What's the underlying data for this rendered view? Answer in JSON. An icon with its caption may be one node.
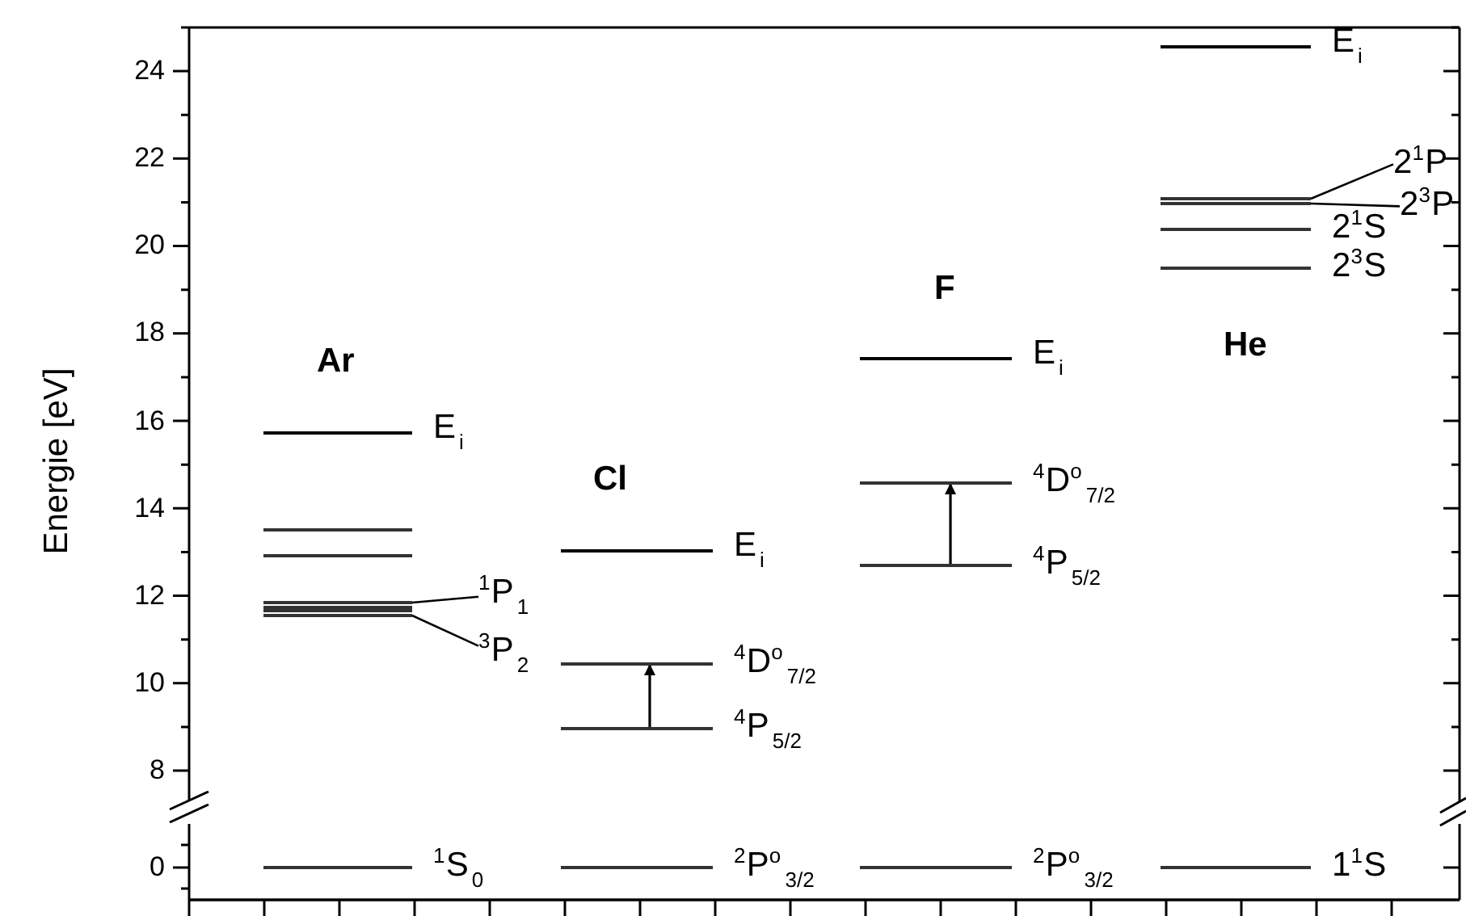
{
  "diagram": {
    "nodes": [
      {
        "text": [],
        "shape": "bar",
        "beside": [
          "E$_{i}$"
        ]
      },
      {
        "text": [],
        "shape": "bar"
      },
      {
        "text": [],
        "shape": "bar"
      },
      {
        "text": [],
        "shape": "bar"
      },
      {
        "text": [],
        "shape": "bar"
      },
      {
        "text": [],
        "shape": "bar"
      },
      {
        "text": [],
        "shape": "bar"
      },
      {
        "text": [
          "$^{1}$P$_{1}$"
        ]
      },
      {
        "text": [
          "$^{3}$P$_{2}$"
        ]
      },
      {
        "text": [],
        "shape": "bar",
        "beside": [
          "$^{1}$S$_{0}$"
        ]
      },
      {
        "text": [],
        "shape": "bar",
        "beside": [
          "E$_{i}$"
        ]
      },
      {
        "text": [],
        "shape": "bar",
        "beside": [
          "$^{4}$D$^{o}$$_{7/2}$"
        ]
      },
      {
        "text": [],
        "shape": "bar",
        "beside": [
          "$^{4}$P$_{5/2}$"
        ]
      },
      {
        "text": [],
        "shape": "bar",
        "beside": [
          "$^{2}$P$^{o}$$_{3/2}$"
        ]
      },
      {
        "text": [],
        "shape": "bar",
        "beside": [
          "E$_{i}$"
        ]
      },
      {
        "text": [],
        "shape": "bar",
        "beside": [
          "$^{4}$D$^{o}$$_{7/2}$"
        ]
      },
      {
        "text": [],
        "shape": "bar",
        "beside": [
          "$^{4}$P$_{5/2}$"
        ]
      },
      {
        "text": [],
        "shape": "bar",
        "beside": [
          "$^{2}$P$^{o}$$_{3/2}$"
        ]
      },
      {
        "text": [],
        "shape": "bar",
        "beside": [
          "E$_{i}$"
        ]
      },
      {
        "text": [],
        "shape": "bar"
      },
      {
        "text": [],
        "shape": "bar"
      },
      {
        "text": [
          "2$^{1}$P"
        ]
      },
      {
        "text": [
          "2$^{3}$P"
        ]
      },
      {
        "text": [],
        "shape": "bar",
        "beside": [
          "2$^{1}$S"
        ]
      },
      {
        "text": [],
        "shape": "bar",
        "beside": [
          "2$^{3}$S"
        ]
      },
      {
        "text": [],
        "shape": "bar",
        "beside": [
          "1$^{1}$S"
        ]
      }
    ],
    "edges": [
      {
        "from": 7,
        "to": 3,
        "arrow": "none"
      },
      {
        "from": 8,
        "to": 6,
        "arrow": "none"
      },
      {
        "from": 12,
        "to": 11,
        "arrow": "to"
      },
      {
        "from": 16,
        "to": 15,
        "arrow": "to"
      },
      {
        "from": 21,
        "to": 19,
        "arrow": "none"
      },
      {
        "from": 22,
        "to": 20,
        "arrow": "none"
      }
    ],
    "labels": [
      "Ar",
      "Cl",
      "F",
      "He",
      "24",
      "22",
      "20",
      "18",
      "16",
      "14",
      "12",
      "10",
      "8",
      "0",
      "Energie [eV]"
    ]
  }
}
